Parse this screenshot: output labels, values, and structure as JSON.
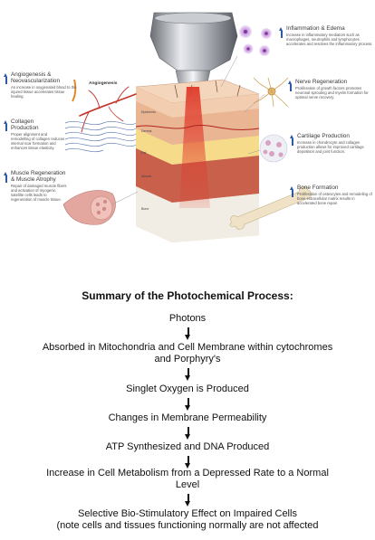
{
  "illustration": {
    "panels": [
      {
        "id": "inflammation",
        "title": "Inflammation & Edema",
        "text": "Increase in inflammatory mediators such as macrophages, neutrophils and lymphocytes accelerates and resolves the inflammatory process."
      },
      {
        "id": "angiogenesis",
        "title": "Angiogenesis &\nNeovascularization",
        "text": "An increase in oxygenated blood to the injured tissue accelerates tissue healing."
      },
      {
        "id": "nerve",
        "title": "Nerve Regeneration",
        "text": "Proliferation of growth factors promotes neuronal sprouting and myelin formation for optimal nerve recovery."
      },
      {
        "id": "collagen",
        "title": "Collagen\nProduction",
        "text": "Proper alignment and remodelling of collagen reduces internal scar formation and enhances tissue elasticity."
      },
      {
        "id": "cartilage",
        "title": "Cartilage Production",
        "text": "Increase in chondrocyte and collagen production allows for improved cartilage deposition and joint function."
      },
      {
        "id": "muscle",
        "title": "Muscle Regeneration\n& Muscle Atrophy",
        "text": "Repair of damaged muscle fibers and activation of myogenic satellite cells leads to regeneration of muscle tissue."
      },
      {
        "id": "bone",
        "title": "Bone Formation",
        "text": "Proliferation of osteocytes and remodeling of bone extracellular matrix results in accelerated bone repair."
      }
    ],
    "vessel_label": "Angiogenesis",
    "layers": [
      "Epidermis",
      "Dermis",
      "Fat",
      "Muscle",
      "Bone"
    ]
  },
  "summary": {
    "title": "Summary of the Photochemical Process:",
    "steps": [
      "Photons",
      "Absorbed in Mitochondria and Cell Membrane within cytochromes\nand Porphyry's",
      "Singlet Oxygen is Produced",
      "Changes in Membrane Permeability",
      "ATP Synthesized and DNA Produced",
      "Increase in Cell Metabolism from a Depressed Rate to a Normal\nLevel",
      "Selective Bio-Stimulatory Effect on Impaired Cells\n(note cells and tissues functioning normally are not affected"
    ]
  },
  "colors": {
    "arrow_blue": "#2a5aa8",
    "laser_red": "#c8281e",
    "skin": "#f0c9a8",
    "text": "#111111"
  }
}
